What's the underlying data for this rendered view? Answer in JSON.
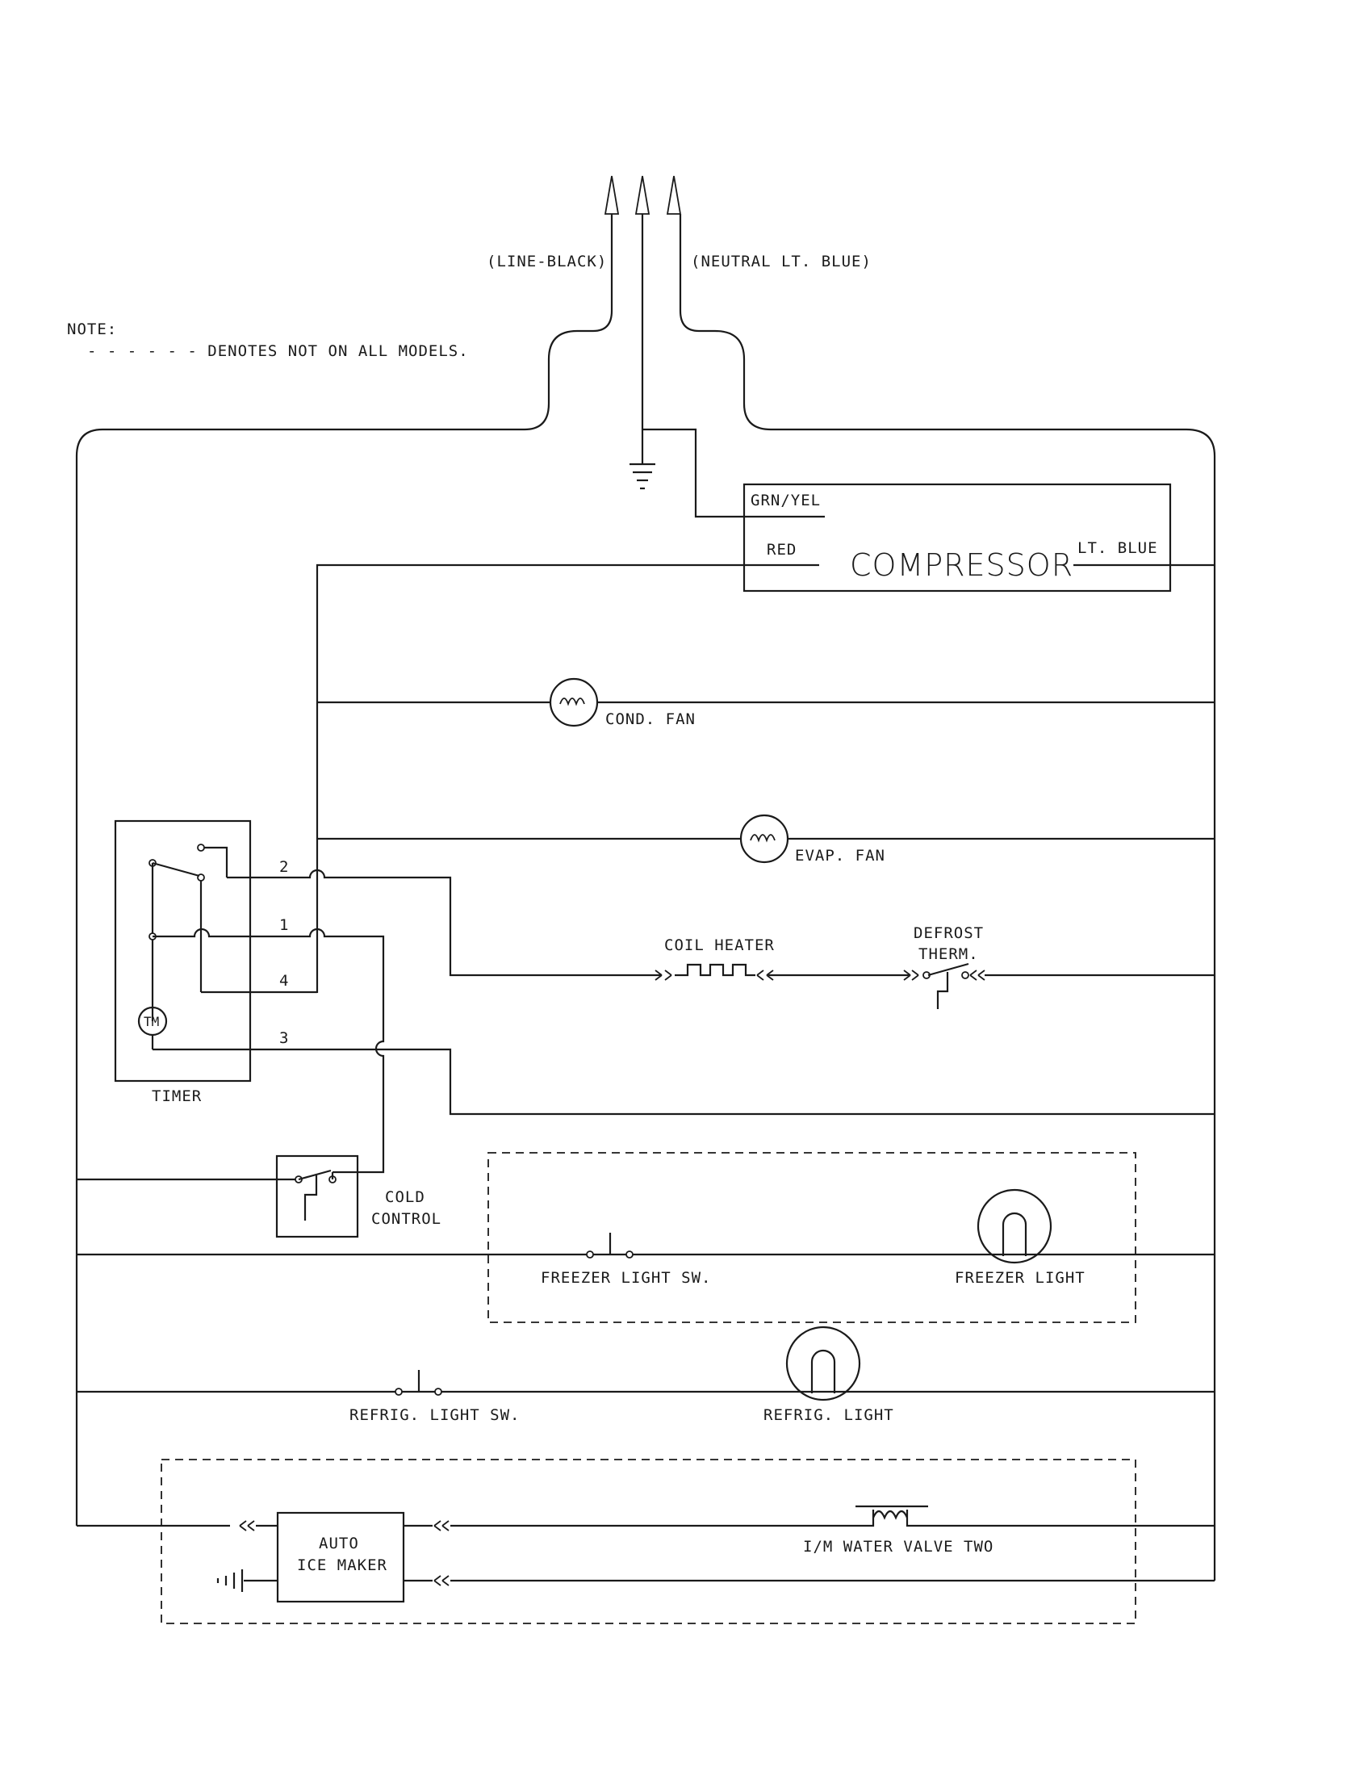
{
  "supply": {
    "line_label": "(LINE-BLACK)",
    "neutral_label": "(NEUTRAL LT. BLUE)"
  },
  "note": {
    "title": "NOTE:",
    "text": "- - - - - - DENOTES NOT ON ALL MODELS."
  },
  "compressor": {
    "name": "COMPRESSOR",
    "ground_lead": "GRN/YEL",
    "line_lead": "RED",
    "neutral_lead": "LT. BLUE"
  },
  "components": {
    "cond_fan": "COND. FAN",
    "evap_fan": "EVAP. FAN",
    "coil_heater": "COIL HEATER",
    "defrost_therm_line1": "DEFROST",
    "defrost_therm_line2": "THERM.",
    "cold_control_line1": "COLD",
    "cold_control_line2": "CONTROL",
    "freezer_light_sw": "FREEZER LIGHT SW.",
    "freezer_light": "FREEZER LIGHT",
    "refrig_light_sw": "REFRIG. LIGHT SW.",
    "refrig_light": "REFRIG. LIGHT",
    "ice_maker_line1": "AUTO",
    "ice_maker_line2": "ICE MAKER",
    "water_valve": "I/M WATER VALVE TWO"
  },
  "timer": {
    "name": "TIMER",
    "motor": "TM",
    "terminals": [
      "2",
      "1",
      "4",
      "3"
    ]
  }
}
